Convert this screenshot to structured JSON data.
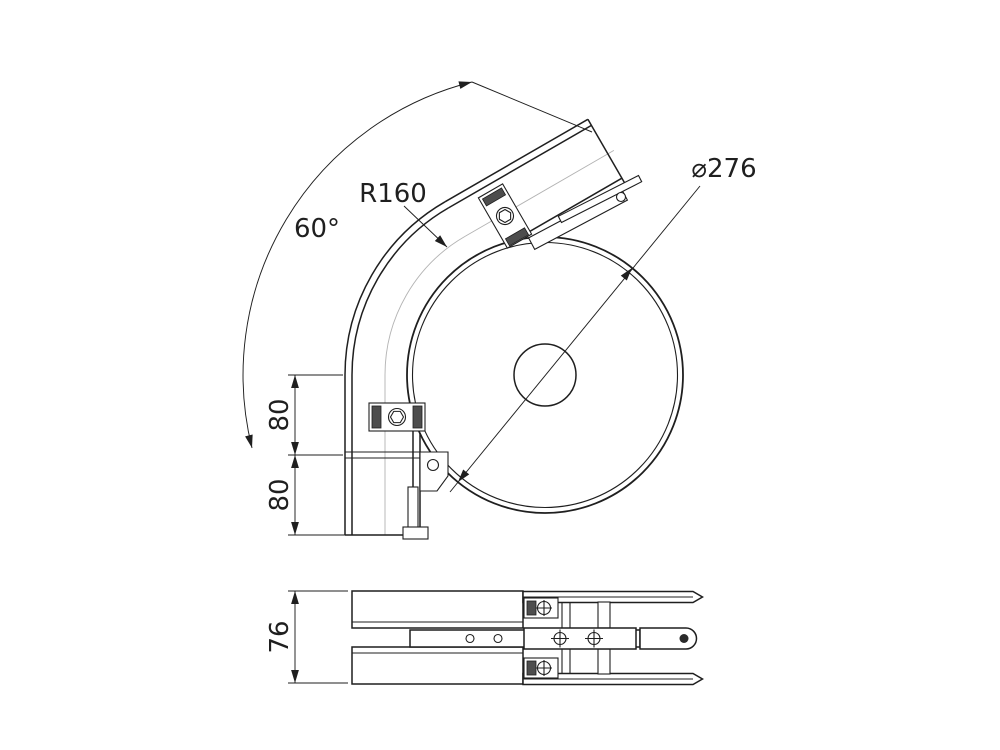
{
  "labels": {
    "angle": "60°",
    "radius": "R160",
    "diameter": "⌀276",
    "offset_top": "80",
    "offset_bottom": "80",
    "height": "76"
  },
  "colors": {
    "line": "#1f1f1f",
    "thin_line": "#b3b3b3",
    "background": "#ffffff"
  }
}
